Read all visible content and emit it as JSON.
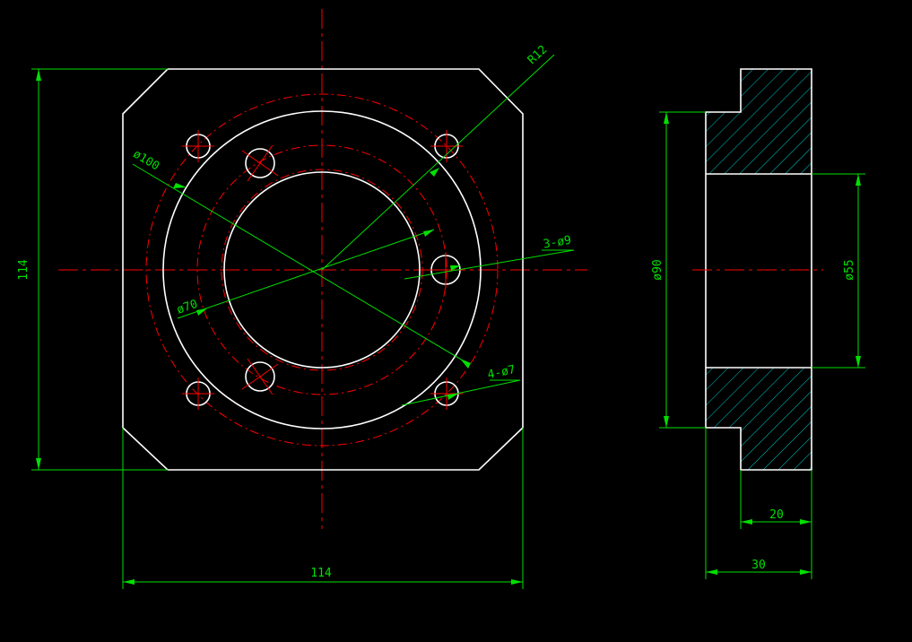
{
  "drawing": {
    "front_view": {
      "width_dim": "114",
      "height_dim": "114",
      "outer_circle_dim": "ø100",
      "pitch_circle_dim": "ø70",
      "corner_radius_dim": "R12",
      "holes_3_dim": "3-ø9",
      "holes_4_dim": "4-ø7"
    },
    "side_view": {
      "outer_dia_dim": "ø90",
      "bore_dim": "ø55",
      "flange_thickness_dim": "20",
      "total_length_dim": "30"
    }
  },
  "colors": {
    "outline": "#ffffff",
    "centerline": "#ff0000",
    "dimension": "#00e000",
    "hatch": "#00c8c8",
    "background": "#000000"
  }
}
